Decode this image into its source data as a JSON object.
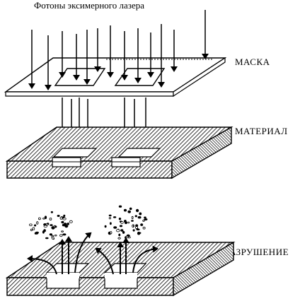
{
  "labels": {
    "title": "Фотоны эксимерного лазера",
    "mask": "МАСКА",
    "material": "МАТЕРИАЛ",
    "destruction": "РАЗРУШЕНИЕ"
  },
  "icons": {
    "photon_arrow": "down-arrow-icon",
    "debris": "particle-cloud-icon",
    "ejection_arrow": "curved-arrow-icon"
  },
  "colors": {
    "ink": "#000000",
    "hatch": "#000000",
    "paper": "#ffffff"
  }
}
